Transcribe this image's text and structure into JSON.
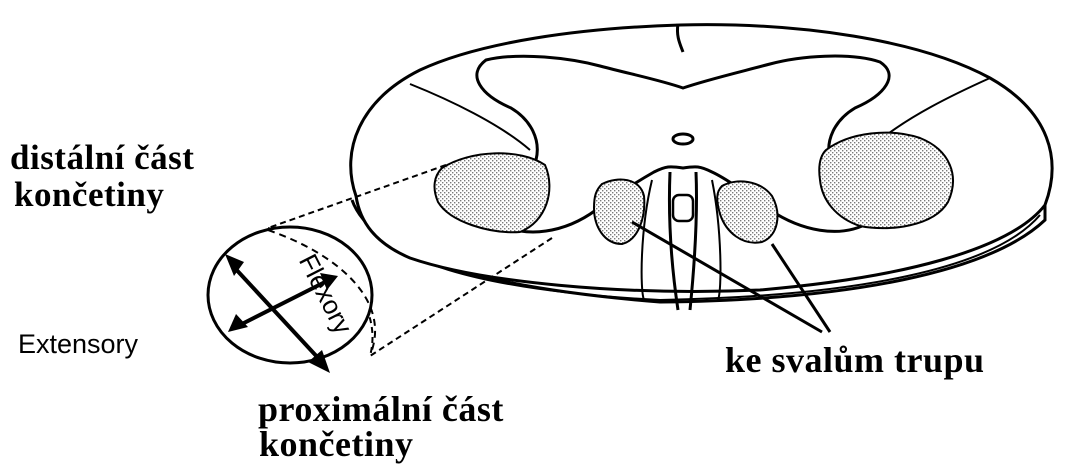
{
  "labels": {
    "distal_line1": "distální část",
    "distal_line2": "končetiny",
    "flexory": "Flexory",
    "extensory": "Extensory",
    "proximal_line1": "proximální část",
    "proximal_line2": "končetiny",
    "trunk_muscles": "ke  svalům trupu"
  },
  "colors": {
    "line": "#000000",
    "white_matter": "#ffffff",
    "stipple": "#bdbdbd"
  }
}
